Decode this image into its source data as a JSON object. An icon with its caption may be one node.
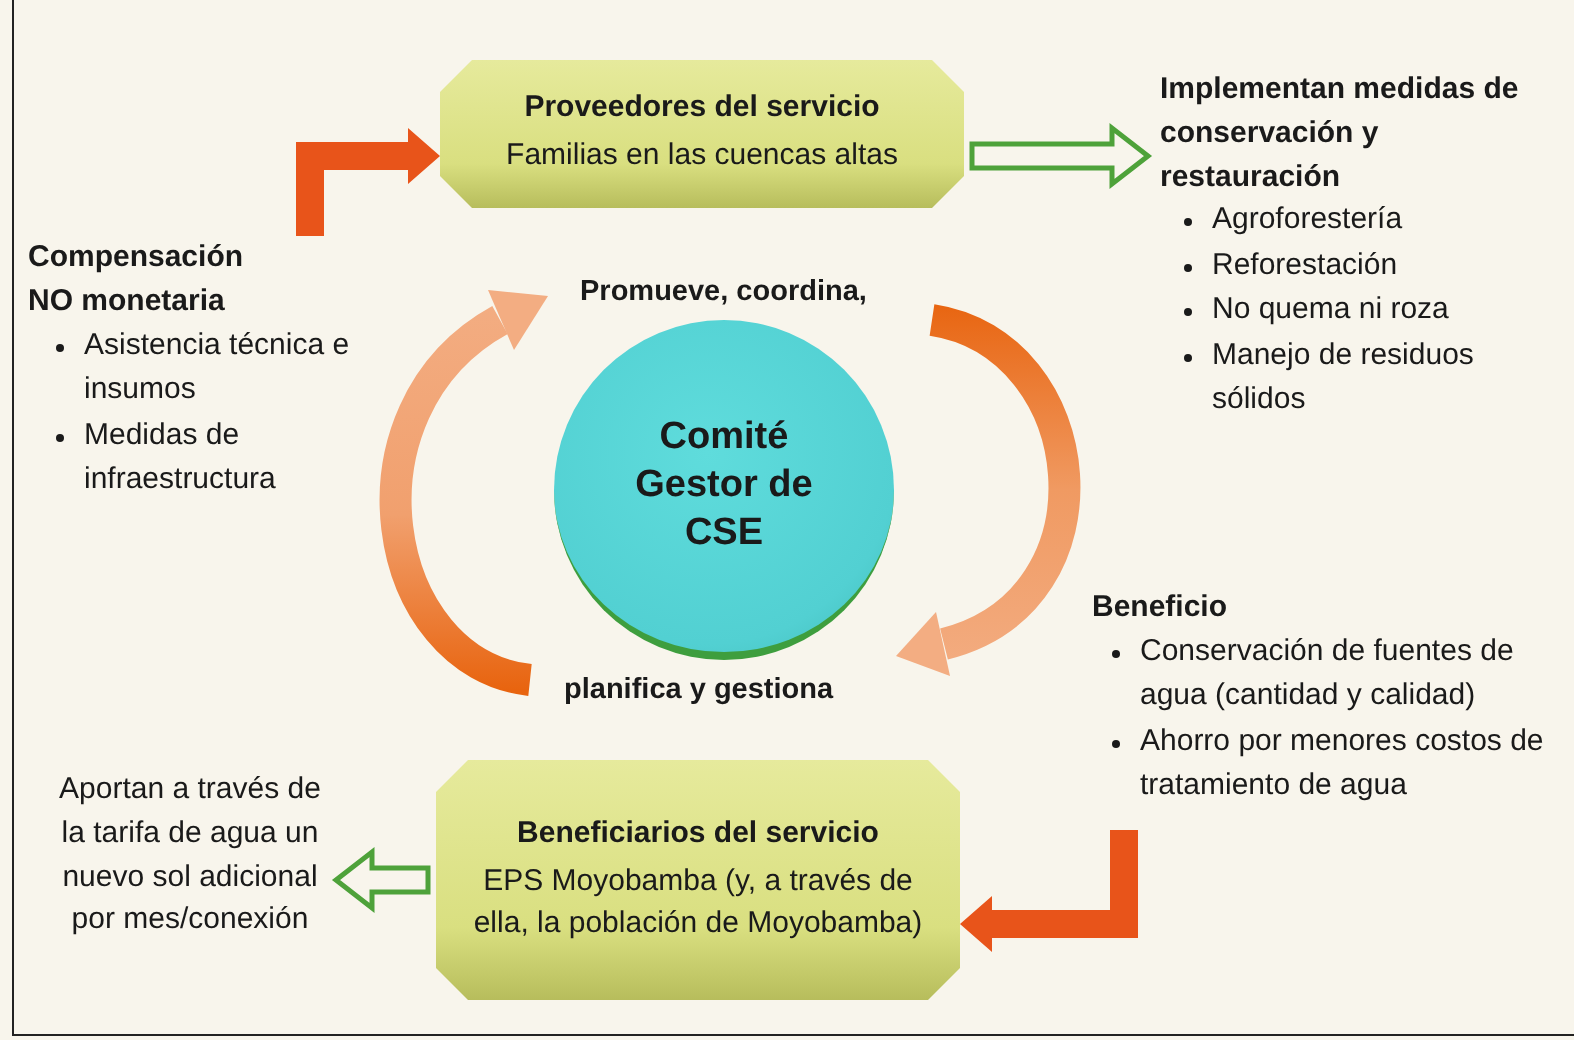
{
  "diagram": {
    "nodes": [
      {
        "text": [
          "Proveedores del servicio",
          "Familias en las cuencas altas"
        ]
      },
      {
        "text": [
          "Implementan medidas de conservación y restauración",
          "Agroforestería",
          "Reforestación",
          "No quema ni roza",
          "Manejo de residuos sólidos"
        ]
      },
      {
        "text": [
          "Compensación NO monetaria",
          "Asistencia técnica e insumos",
          "Medidas de infraestructura"
        ]
      },
      {
        "text": [
          "Comité Gestor de CSE"
        ]
      },
      {
        "text": [
          "Beneficio",
          "Conservación de fuentes de agua (cantidad y calidad)",
          "Ahorro por menores costos de tratamiento de agua"
        ]
      },
      {
        "text": [
          "Beneficiarios del servicio",
          "EPS Moyobamba (y, a través de ella, la población de Moyobamba)"
        ]
      },
      {
        "text": [
          "Aportan a través de la tarifa de agua un nuevo sol adicional por mes/conexión"
        ]
      }
    ],
    "edges": [
      {
        "from": 2,
        "to": 0,
        "arrow": "to",
        "style": "thick",
        "color": "#e8541a"
      },
      {
        "from": 0,
        "to": 1,
        "arrow": "to",
        "color": "#4ea23a"
      },
      {
        "from": 4,
        "to": 5,
        "arrow": "to",
        "style": "thick",
        "color": "#e8541a"
      },
      {
        "from": 5,
        "to": 6,
        "arrow": "to",
        "color": "#4ea23a"
      }
    ],
    "labels": [
      "Promueve, coordina,",
      "planifica y gestiona"
    ]
  }
}
